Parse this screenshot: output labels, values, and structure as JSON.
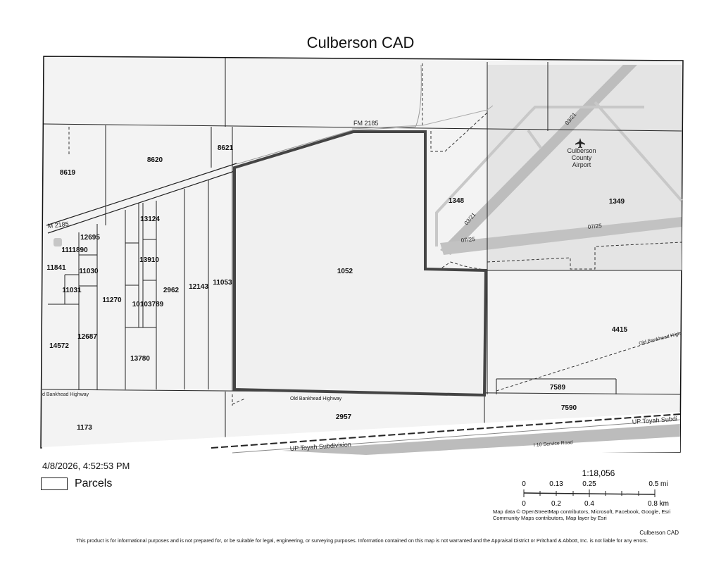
{
  "title": "Culberson CAD",
  "timestamp": "4/8/2026, 4:52:53 PM",
  "legend": {
    "label": "Parcels"
  },
  "scale": {
    "ratio": "1:18,056",
    "miles_ticks": [
      "0",
      "0.13",
      "0.25",
      "0.5 mi"
    ],
    "km_ticks": [
      "0",
      "0.2",
      "0.4",
      "0.8 km"
    ]
  },
  "attribution": {
    "line1": "Map data © OpenStreetMap contributors, Microsoft, Facebook, Google, Esri",
    "line2": "Community Maps contributors, Map layer by Esri"
  },
  "footer_org": "Culberson CAD",
  "disclaimer": "This product is for informational purposes and is not prepared for, or be suitable for legal, engineering, or surveying purposes. Information contained on this map is not warranted and the Appraisal District or Pritchard & Abbott, Inc. is not liable for any errors.",
  "map": {
    "highlighted_parcel": "1052",
    "airport": {
      "name_line1": "Culberson",
      "name_line2": "County",
      "name_line3": "Airport",
      "icon": "airplane-icon"
    },
    "runways": [
      "03/21",
      "03/21",
      "07/25",
      "07/25"
    ],
    "roads": {
      "fm2185_top": "FM 2185",
      "fm2185_left": "M 2185",
      "old_bankhead_left": "d Bankhead Highway",
      "old_bankhead_mid": "Old Bankhead Highway",
      "old_bankhead_right": "Old Bankhead High",
      "up_toyah_mid": "UP Toyah Subdivision",
      "up_toyah_right": "UP Toyah Subdi",
      "i10_service": "I 10 Service Road"
    },
    "parcels": {
      "p8619": "8619",
      "p8620": "8620",
      "p8621": "8621",
      "p12695": "12695",
      "p1111890": "1111890",
      "p11841": "11841",
      "p11030": "11030",
      "p11031": "11031",
      "p11270": "11270",
      "p13124": "13124",
      "p13910": "13910",
      "p10103789": "10103789",
      "p2962": "2962",
      "p12143": "12143",
      "p11053": "11053",
      "p14572": "14572",
      "p12687": "12687",
      "p13780": "13780",
      "p1052": "1052",
      "p1348": "1348",
      "p1349": "1349",
      "p4415": "4415",
      "p7589": "7589",
      "p7590": "7590",
      "p2957": "2957",
      "p1173": "1173"
    }
  }
}
